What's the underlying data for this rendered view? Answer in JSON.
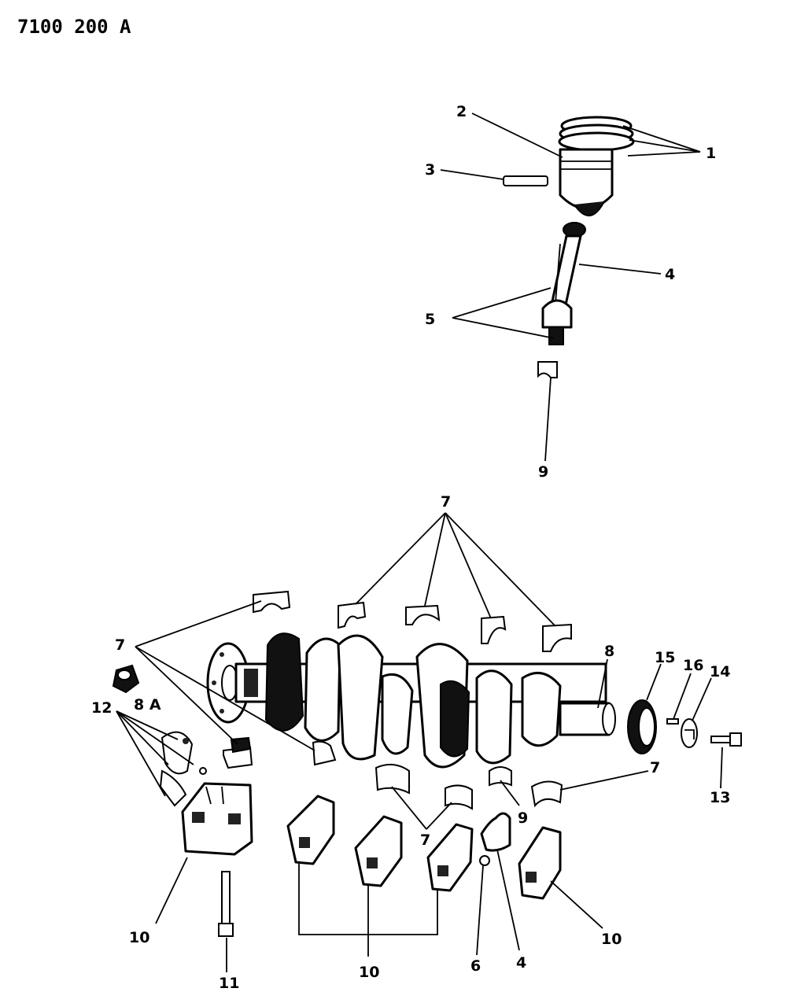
{
  "diagram_code": "7100 200 A",
  "callouts": {
    "c1": "1",
    "c2": "2",
    "c3": "3",
    "c4_rod": "4",
    "c5": "5",
    "c9_rod": "9",
    "c7_top": "7",
    "c7_left": "7",
    "c8": "8",
    "c8a": "8 A",
    "c12": "12",
    "c15": "15",
    "c16": "16",
    "c14": "14",
    "c13": "13",
    "c7_right": "7",
    "c7_mid": "7",
    "c9_lower": "9",
    "c10_left": "10",
    "c10_mid": "10",
    "c10_right": "10",
    "c11": "11",
    "c6": "6",
    "c4_lower": "4"
  }
}
